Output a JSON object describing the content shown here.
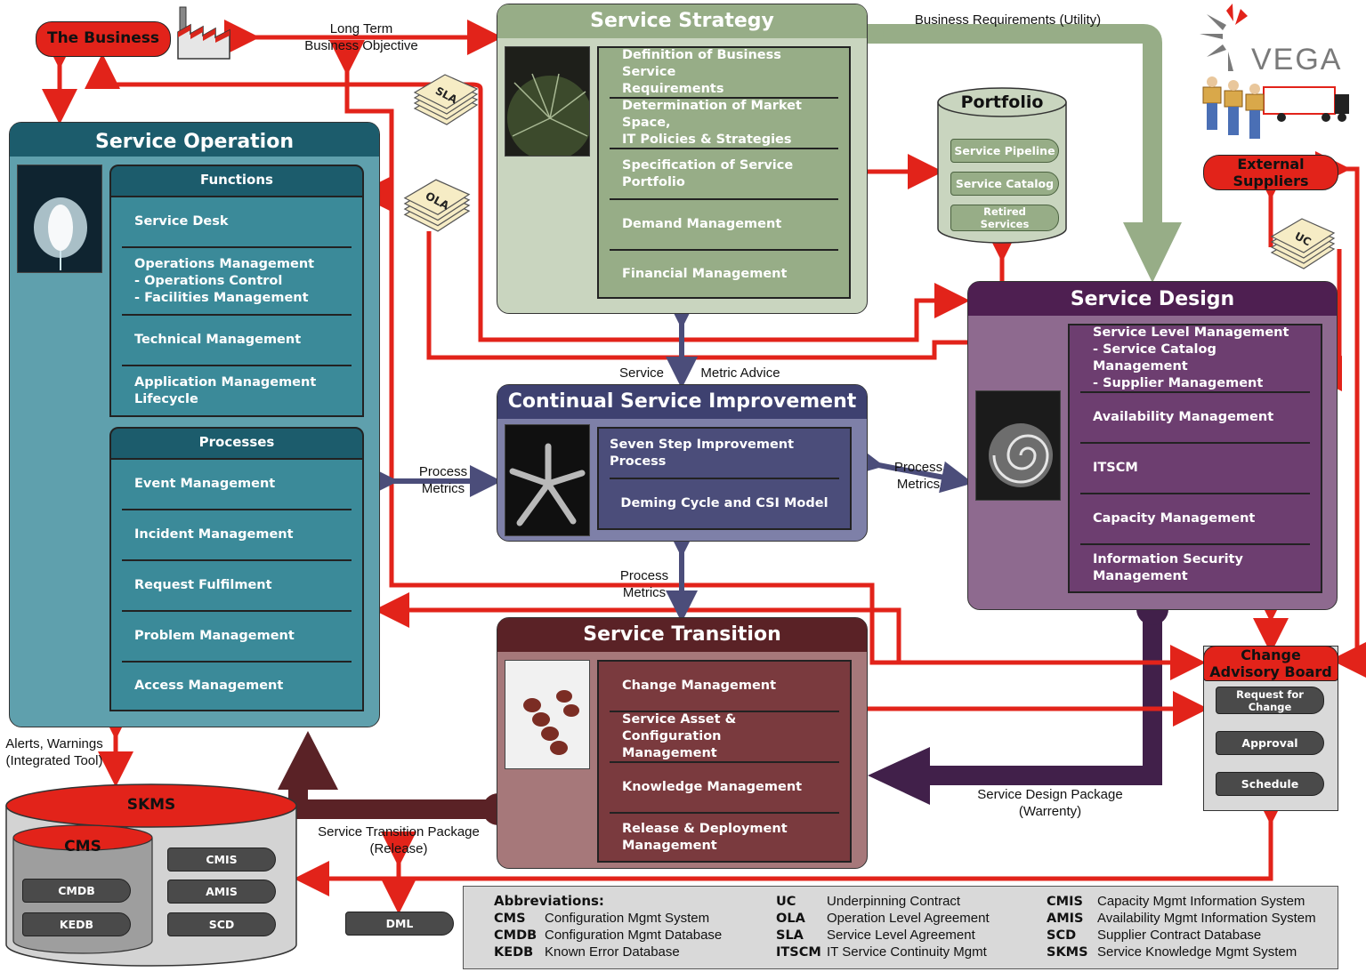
{
  "diagram": {
    "business": "The Business",
    "long_term_label": "Long Term\nBusiness Objective",
    "business_req_label": "Business Requirements (Utility)",
    "vega_logo_text": "VEGA",
    "external_suppliers": "External\nSuppliers",
    "sla_doc": "SLA",
    "ola_doc": "OLA",
    "uc_doc": "UC",
    "service_strategy": {
      "title": "Service Strategy",
      "items": [
        "Definition of Business Service\nRequirements",
        "Determination of Market Space,\nIT Policies & Strategies",
        "Specification of Service\nPortfolio",
        "Demand Management",
        "Financial Management"
      ]
    },
    "portfolio": {
      "title": "Portfolio",
      "items": [
        "Service Pipeline",
        "Service Catalog",
        "Retired\nServices"
      ]
    },
    "service_operation": {
      "title": "Service Operation",
      "functions_title": "Functions",
      "functions": [
        "Service Desk",
        "Operations Management\n - Operations Control\n - Facilities Management",
        "Technical Management",
        "Application Management\nLifecycle"
      ],
      "processes_title": "Processes",
      "processes": [
        "Event Management",
        "Incident Management",
        "Request Fulfilment",
        "Problem Management",
        "Access Management"
      ]
    },
    "service_design": {
      "title": "Service Design",
      "items": [
        "Service Level Management\n - Service Catalog Management\n - Supplier Management",
        "Availability Management",
        "ITSCM",
        "Capacity Management",
        "Information Security\nManagement"
      ]
    },
    "csi": {
      "title": "Continual Service Improvement",
      "items": [
        "Seven Step Improvement Process",
        "Deming Cycle and CSI Model"
      ]
    },
    "service_transition": {
      "title": "Service Transition",
      "items": [
        "Change Management",
        "Service Asset & Configuration\nManagement",
        "Knowledge Management",
        "Release & Deployment\nManagement"
      ]
    },
    "cab": {
      "title": "Change\nAdvisory Board",
      "items": [
        "Request for\nChange",
        "Approval",
        "Schedule"
      ]
    },
    "labels": {
      "service": "Service",
      "metric_advice": "Metric Advice",
      "process_metrics": "Process\nMetrics",
      "alerts": "Alerts, Warnings\n(Integrated Tool)",
      "stp": "Service Transition Package\n(Release)",
      "sdp": "Service Design Package\n(Warrenty)"
    },
    "skms": {
      "title": "SKMS",
      "cms_title": "CMS",
      "cms_items": [
        "CMDB",
        "KEDB"
      ],
      "right_items": [
        "CMIS",
        "AMIS",
        "SCD"
      ]
    },
    "dml": "DML"
  },
  "abbreviations": {
    "heading": "Abbreviations:",
    "col1": [
      [
        "CMS",
        "Configuration Mgmt System"
      ],
      [
        "CMDB",
        "Configuration Mgmt Database"
      ],
      [
        "KEDB",
        "Known Error Database"
      ]
    ],
    "col2": [
      [
        "UC",
        "Underpinning Contract"
      ],
      [
        "OLA",
        "Operation Level Agreement"
      ],
      [
        "SLA",
        "Service Level Agreement"
      ],
      [
        "ITSCM",
        "IT Service Continuity Mgmt"
      ]
    ],
    "col3": [
      [
        "CMIS",
        "Capacity Mgmt Information System"
      ],
      [
        "AMIS",
        "Availability Mgmt Information System"
      ],
      [
        "SCD",
        "Supplier Contract Database"
      ],
      [
        "SKMS",
        "Service Knowledge Mgmt System"
      ]
    ]
  },
  "colors": {
    "red": "#e2231a",
    "operation": "#2f7d8e",
    "strategy": "#8fa77f",
    "design": "#5a2a5c",
    "csi": "#4b4d7a",
    "transition": "#6a2b2b",
    "design_arrow": "#41204a",
    "transition_arrow": "#5a2226"
  }
}
